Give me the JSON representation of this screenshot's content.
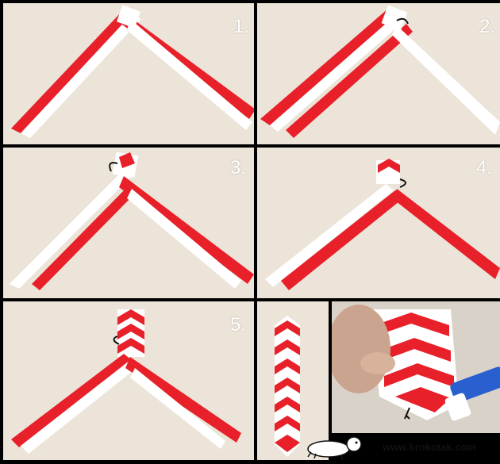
{
  "steps": [
    {
      "label": "1."
    },
    {
      "label": "2."
    },
    {
      "label": "3."
    },
    {
      "label": "4."
    },
    {
      "label": "5."
    }
  ],
  "watermark": {
    "url": "www.krokotak.com"
  },
  "colors": {
    "paper_red": "#e8202a",
    "paper_white": "#ffffff",
    "background": "#ece4d8",
    "glue_stick": "#2a5fd0"
  }
}
